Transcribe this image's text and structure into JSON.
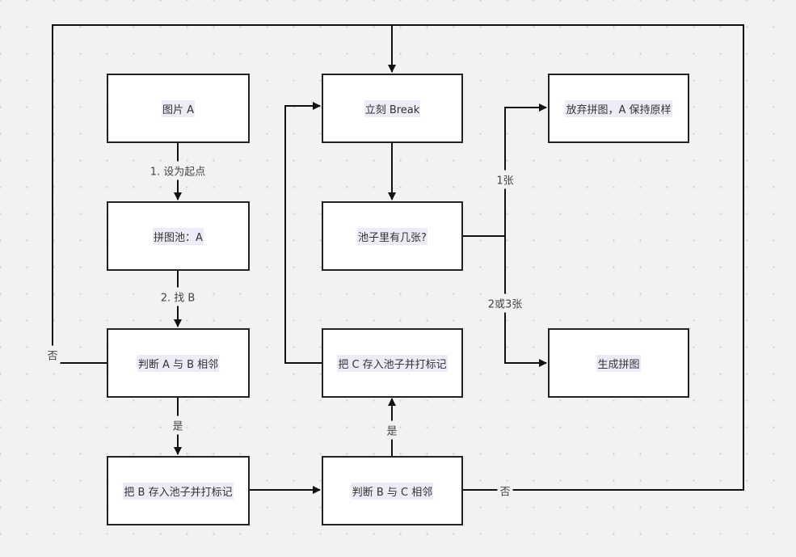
{
  "diagram": {
    "type": "flowchart",
    "nodes": {
      "img_a": "图片 A",
      "pool_a": "拼图池：A",
      "judge_ab": "判断 A 与 B 相邻",
      "store_b": "把 B 存入池子并打标记",
      "break_now": "立刻 Break",
      "pool_count": "池子里有几张?",
      "store_c": "把 C 存入池子并打标记",
      "judge_bc": "判断 B 与 C 相邻",
      "give_up": "放弃拼图，A 保持原样",
      "generate": "生成拼图"
    },
    "edge_labels": {
      "set_start": "1. 设为起点",
      "find_b": "2. 找 B",
      "ab_yes": "是",
      "ab_no": "否",
      "bc_yes": "是",
      "bc_no": "否",
      "one": "1张",
      "two_three": "2或3张"
    },
    "edges": [
      {
        "from": "img_a",
        "to": "pool_a",
        "label": "1. 设为起点"
      },
      {
        "from": "pool_a",
        "to": "judge_ab",
        "label": "2. 找 B"
      },
      {
        "from": "judge_ab",
        "to": "store_b",
        "label": "是"
      },
      {
        "from": "judge_ab",
        "to": "break_now",
        "label": "否"
      },
      {
        "from": "store_b",
        "to": "judge_bc",
        "label": ""
      },
      {
        "from": "judge_bc",
        "to": "store_c",
        "label": "是"
      },
      {
        "from": "judge_bc",
        "to": "break_now",
        "label": "否"
      },
      {
        "from": "store_c",
        "to": "break_now",
        "label": ""
      },
      {
        "from": "break_now",
        "to": "pool_count",
        "label": ""
      },
      {
        "from": "pool_count",
        "to": "give_up",
        "label": "1张"
      },
      {
        "from": "pool_count",
        "to": "generate",
        "label": "2或3张"
      }
    ]
  }
}
